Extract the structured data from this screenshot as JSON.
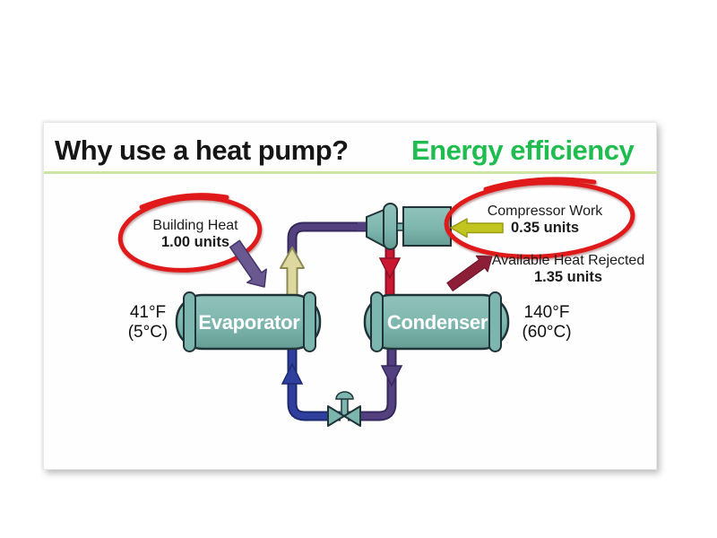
{
  "slide": {
    "title": "Why use a heat pump?",
    "subtitle": "Energy efficiency"
  },
  "annotations": {
    "building_heat": {
      "label": "Building Heat",
      "value": "1.00 units"
    },
    "compressor_work": {
      "label": "Compressor Work",
      "value": "0.35 units"
    },
    "available_heat": {
      "label": "Available Heat Rejected",
      "value": "1.35 units"
    }
  },
  "components": {
    "evaporator": {
      "name": "Evaporator",
      "temp_f": "41°F",
      "temp_c": "(5°C)"
    },
    "condenser": {
      "name": "Condenser",
      "temp_f": "140°F",
      "temp_c": "(60°C)"
    }
  },
  "colors": {
    "title_text": "#161616",
    "title_highlight": "#1fbd4f",
    "underline": "#cfe5a5",
    "annotation_circle": "#e01a1a",
    "tank_fill": "#7db6ae",
    "tank_outline": "#203338",
    "pipe_hot": "#cc1733",
    "pipe_cold": "#2e3f9e",
    "pipe_loop": "#53417f",
    "work_arrow": "#c2c41f",
    "heat_in_arrow": "#6a5890",
    "heat_out_arrow": "#8c1e38",
    "vapor_arrow": "#ddd8a0"
  }
}
